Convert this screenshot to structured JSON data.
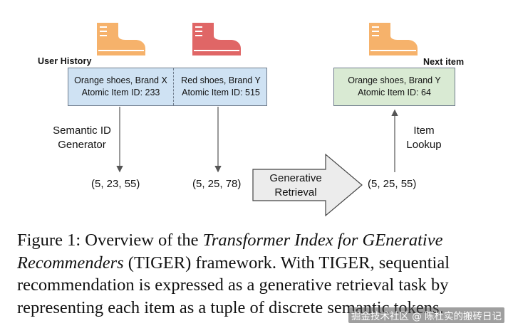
{
  "colors": {
    "user_history_box": "#cfe2f3",
    "next_item_box": "#d9ead3",
    "orange_shoe": "#f6b26b",
    "red_shoe": "#e06666",
    "arrow": "#555555",
    "generative_arrow_fill": "#ececec"
  },
  "diagram": {
    "user_history_label": "User History",
    "next_item_label": "Next item",
    "items": [
      {
        "name": "Orange shoes, Brand X",
        "id": "Atomic Item ID: 233",
        "shoe_icon": "orange-shoe-icon"
      },
      {
        "name": "Red shoes, Brand Y",
        "id": "Atomic Item ID: 515",
        "shoe_icon": "red-shoe-icon"
      }
    ],
    "next_item": {
      "name": "Orange shoes, Brand Y",
      "id": "Atomic Item ID: 64",
      "shoe_icon": "orange-shoe-icon"
    },
    "semantic_id_generator": [
      "Semantic ID",
      "Generator"
    ],
    "item_lookup": [
      "Item",
      "Lookup"
    ],
    "tuples": [
      "(5, 23, 55)",
      "(5, 25, 78)",
      "(5, 25, 55)"
    ],
    "generative_retrieval": [
      "Generative",
      "Retrieval"
    ]
  },
  "caption": {
    "label": "Figure 1:",
    "line1_text": "Overview of the",
    "line1_italic": "Transformer Index for GEnerative",
    "line2_italic": "Recommenders",
    "line2_text": "(TIGER) framework. With TIGER, sequential",
    "line3": "recommendation is expressed as a generative retrieval task by",
    "line4": "representing each item as a tuple of discrete semantic tokens."
  },
  "watermark": "掘金技术社区 @ 陈杜实的搬砖日记"
}
